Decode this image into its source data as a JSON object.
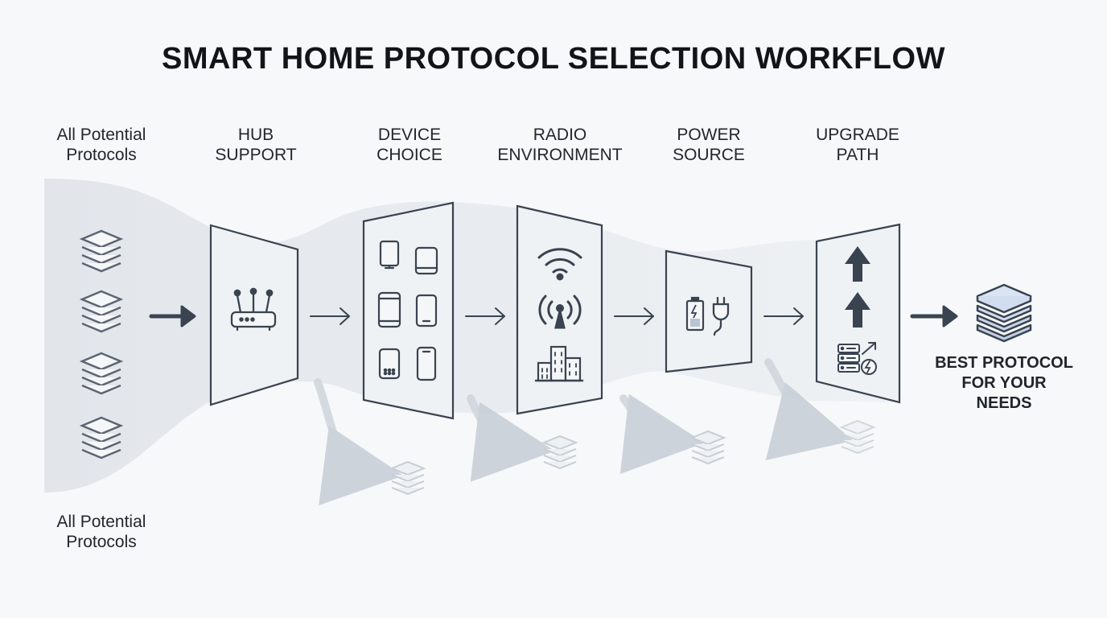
{
  "title": "SMART HOME PROTOCOL SELECTION WORKFLOW",
  "input_label": {
    "line1": "All Potential",
    "line2": "Protocols"
  },
  "input_label_bottom": {
    "line1": "All Potential",
    "line2": "Protocols"
  },
  "stages": [
    {
      "line1": "HUB",
      "line2": "SUPPORT",
      "icons": [
        "router-icon"
      ]
    },
    {
      "line1": "DEVICE",
      "line2": "CHOICE",
      "icons": [
        "smart-display-icon",
        "tablet-icon",
        "tablet-icon",
        "phone-icon",
        "smart-speaker-icon",
        "phone-icon"
      ]
    },
    {
      "line1": "RADIO",
      "line2": "ENVIRONMENT",
      "icons": [
        "wifi-icon",
        "antenna-icon",
        "buildings-icon"
      ]
    },
    {
      "line1": "POWER",
      "line2": "SOURCE",
      "icons": [
        "battery-icon",
        "plug-icon"
      ]
    },
    {
      "line1": "UPGRADE",
      "line2": "PATH",
      "icons": [
        "up-arrow-icon",
        "up-arrow-icon",
        "server-upgrade-icon"
      ]
    }
  ],
  "result": {
    "line1": "BEST PROTOCOL",
    "line2": "FOR YOUR",
    "line3": "NEEDS"
  },
  "colors": {
    "stroke": "#3a4350",
    "funnel": "#e5e9ee",
    "panel": "#eef1f5",
    "faded": "#b9c1ca",
    "result_fill": "#c9d6ea"
  }
}
